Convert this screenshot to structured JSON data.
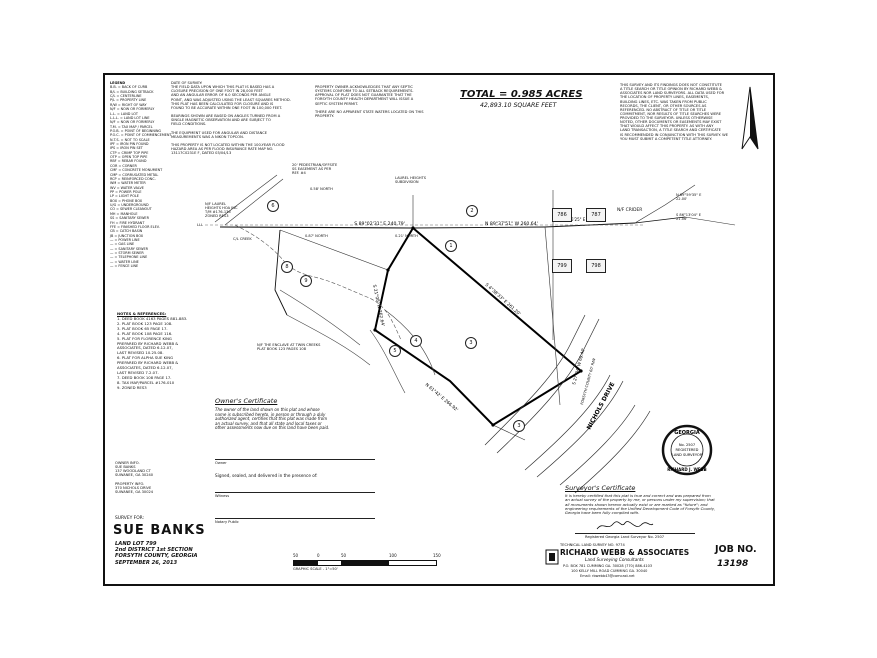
{
  "title": {
    "total": "TOTAL = 0.985 ACRES",
    "sqft": "42,893.10 SQUARE FEET"
  },
  "legend_header": "LEGEND",
  "legend": [
    "B.B. = BACK OF CURB",
    "B/L = BUILDING SETBACK",
    "C/L = CENTERLINE",
    "P/L = PROPERTY LINE",
    "R/W = RIGHT OF WAY",
    "N/F = NOW OR FORMERLY",
    "L.L. = LAND LOT",
    "L.L.L. = LAND LOT LINE",
    "N/F = NOW OR FORMERLY",
    "T.M. = TAX MAP / PARCEL",
    "P.O.B. = POINT OF BEGINNING",
    "P.O.C. = POINT OF COMMENCEMENT",
    "N.T.S. = NOT TO SCALE",
    "IPF = IRON PIN FOUND",
    "IPS = IRON PIN SET",
    "CTP = CRIMP TOP PIPE",
    "OTP = OPEN TOP PIPE",
    "RBF = REBAR FOUND",
    "COR = CORNER",
    "CMF = CONCRETE MONUMENT",
    "CMP = CORRUGATED METAL",
    "RCP = REINFORCED CONC.",
    "WM = WATER METER",
    "WV = WATER VALVE",
    "PP = POWER POLE",
    "LP = LIGHT POLE",
    "BOX = PHONE BOX",
    "U/G = UNDERGROUND",
    "CO = SEWER CLEANOUT",
    "MH = MANHOLE",
    "SS = SANITARY SEWER",
    "FH = FIRE HYDRANT",
    "FFE = FINISHED FLOOR ELEV.",
    "CB = CATCH BASIN",
    "JB = JUNCTION BOX",
    "— = POWER LINE",
    "— = GAS LINE",
    "— = SANITARY SEWER",
    "— = STORM SEWER",
    "— = TELEPHONE LINE",
    "— = WATER LINE",
    "— = FENCE LINE"
  ],
  "notes_col2": [
    "DATE OF SURVEY:",
    "THE FIELD DATA UPON WHICH THIS PLAT IS BASED HAS A",
    "CLOSURE PRECISION OF ONE FOOT IN 28,000 FEET",
    "AND AN ANGULAR ERROR OF 6.0 SECONDS PER ANGLE",
    "POINT, AND WAS ADJUSTED USING THE LEAST SQUARES METHOD.",
    "THIS PLAT HAS BEEN CALCULATED FOR CLOSURE AND IS",
    "FOUND TO BE ACCURATE WITHIN ONE FOOT IN 100,000 FEET.",
    "",
    "BEARINGS SHOWN ARE BASED ON ANGLES TURNED FROM A",
    "SINGLE MAGNETIC OBSERVATION AND ARE SUBJECT TO",
    "FIELD CONDITIONS.",
    "",
    "THE EQUIPMENT USED FOR ANGULAR AND DISTANCE",
    "MEASUREMENTS WAS A NIKON TOPCON.",
    "",
    "THIS PROPERTY IS NOT LOCATED WITHIN THE 100-YEAR FLOOD",
    "HAZARD AREA AS PER FLOOD INSURANCE RATE MAP NO.",
    "13117C0231E F, DATED 03/04/13"
  ],
  "notes_col3": [
    "PROPERTY OWNER ACKNOWLEDGES THAT ANY SEPTIC",
    "SYSTEMS CONFORM TO ALL SETBACK REQUIREMENTS.",
    "APPROVAL OF PLAT DOES NOT GUARANTEE THAT THE",
    "FORSYTH COUNTY HEALTH DEPARTMENT WILL ISSUE A",
    "SEPTIC SYSTEM PERMIT.",
    "",
    "THERE ARE NO APPARENT STATE WATERS LOCATED ON THIS",
    "PROPERTY."
  ],
  "disclaimer": [
    "THIS SURVEY AND ITS FINDINGS DOES NOT CONSTITUTE",
    "A TITLE SEARCH OR TITLE OPINION BY RICHARD WEBB &",
    "ASSOCIATES NOR LAND SURVEYORS. ALL DATA USED FOR",
    "THE LOCATION OF PROPERTY LINES, EASEMENTS,",
    "BUILDING LINES, ETC. WAS TAKEN FROM PUBLIC",
    "RECORDS, THE CLIENT, OR OTHER SOURCES AS",
    "REFERENCED. NO ABSTRACT OF TITLE OR TITLE",
    "COMMITMENT, NOR RESULTS OF TITLE SEARCHES WERE",
    "PROVIDED TO THE SURVEYOR. UNLESS OTHERWISE",
    "NOTED, OTHER DOCUMENTS OR EASEMENTS MAY EXIST",
    "THAT WOULD AFFECT THIS PROPERTY. AS WITH ANY",
    "LAND TRANSACTION, A TITLE SEARCH AND CERTIFICATE",
    "IS RECOMMENDED IN CONJUNCTION WITH THIS SURVEY. WE",
    "YOU MUST SUBMIT A COMPETENT TITLE ATTORNEY."
  ],
  "references_header": "NOTES & REFERENCES:",
  "references": [
    "1. DEED BOOK 4163 PAGES 881-883.",
    "2. PLAT BOOK 123 PAGE 108.",
    "3. PLAT BOOK 65 PAGE 17.",
    "4. PLAT BOOK 108 PAGE 116.",
    "5. PLAT FOR FLORENCE KING",
    "   PREPARED BY RICHARD WEBB &",
    "   ASSOCIATES, DATED 6.12.07,",
    "   LAST REVISED 10.25.08.",
    "6. PLAT FOR ALPHA SUE KING",
    "   PREPARED BY RICHARD WEBB &",
    "   ASSOCIATES, DATED 6.12.07,",
    "   LAST REVISED 7.2.07.",
    "7. DEED BOOK 108 PAGE 17.",
    "8. TAX MAP/PARCEL #176-010",
    "9. ZONED RES3"
  ],
  "owner_info": [
    "OWNER INFO.",
    "SUE BANKS",
    "137 WOODLAND CT",
    "SUWANEE, GA 30240",
    "",
    "PROPERTY INFO.",
    "370 NICHOLS DRIVE",
    "SUWANEE, GA 30024"
  ],
  "survey_for": {
    "label": "SURVEY FOR:",
    "name": "SUE BANKS",
    "lines": [
      "LAND LOT 799",
      "2nd DISTRICT 1st SECTION",
      "FORSYTH COUNTY, GEORGIA",
      "SEPTEMBER 26, 2013"
    ]
  },
  "owners_cert": {
    "title": "Owner's Certificate",
    "body": [
      "The owner of the land shown on this plat and whose",
      "name is subscribed hereto, in person or through a duly",
      "authorized agent, certifies that this plat was made from",
      "an actual survey, and that all state and local taxes or",
      "other assessments now due on this land have been paid."
    ],
    "owner": "Owner",
    "signed": "Signed, sealed, and delivered in the presence of:",
    "witness": "Witness",
    "notary": "Notary Public"
  },
  "surveyor_cert": {
    "title": "Surveyor's Certificate",
    "body": [
      "It is hereby certified that this plat is true and correct and was prepared from",
      "an actual survey of the property by me, or persons under my supervision; that",
      "all monuments shown hereon actually exist or are marked as \"future\"; and",
      "engineering requirements of the Unified Development Code of Forsyth County,",
      "Georgia have been fully complied with."
    ],
    "registration": "Registered Georgia Land Surveyor No. 2507"
  },
  "scale": {
    "ticks": [
      "50",
      "0",
      "50",
      "100",
      "150"
    ],
    "label": "GRAPHIC SCALE - 1\"=50'"
  },
  "firm": {
    "top": "TECHNICAL LAND SURVEY NO. 9774",
    "name": "RICHARD WEBB & ASSOCIATES",
    "sub": "Land Surveying Consultants",
    "addr1": "P.O. BOX 781 CUMMING GA. 30028 (770) 886-4103",
    "addr2": "100 KELLY MILL ROAD CUMMING GA. 30040",
    "email": "Email: rbwebb43@comcast.net"
  },
  "job": {
    "label": "JOB NO.",
    "number": "13198"
  },
  "seal": {
    "top": "GEORGIA",
    "mid1": "No. 2507",
    "mid2": "REGISTERED",
    "mid3": "LAND SURVEYOR",
    "bottom": "RICHARD J. WEBB"
  },
  "plat_labels": {
    "easement": "20' PEDESTRIAN/OFFSITE\nSS EASEMENT AS PER\nREF. #4",
    "laurel_heights": "LAUREL HEIGHTS\nSUBDIVISION",
    "nf_laurel": "N/F LAUREL\nHEIGHTS HOA INC\nT/M #176-136\nZONED RES3",
    "nf_enclave": "N/F THE ENCLAVE AT TWIN CREEKS\nPLAT BOOK 123 PAGES 108",
    "nf_crider": "N/F CRIDER",
    "nichols_drive": "NICHOLS DRIVE\n(80'R/W)(20'ASPH.)",
    "forsyth_county": "FORSYTH COUNTY\n60' R/W",
    "cl_creek": "C/L CREEK",
    "b1": "S 89°02'31\" E 240.79'",
    "b2": "N 89°37'51\" W 260.64'",
    "b3": "N 88°56'25\" E 118.62'",
    "b4": "N 89°59'35\" E\n22.00'",
    "b5": "S 86°13'04\" E\n21.06'",
    "b6": "S 21°08'\nW 262.64'",
    "b7": "S 4°38'33\" E 261.20'",
    "b8": "S 27°04'\nW 69.42'",
    "b9": "N 61°42' E 266.92'",
    "off1": "0.87' NORTH",
    "off2": "0.21' NORTH",
    "off3": "0.58' NORTH",
    "ipf": "IPF 1/2\" RB",
    "lot_nums": [
      "786",
      "787",
      "799",
      "798"
    ],
    "lll": "LLL",
    "circles": [
      "1",
      "2",
      "3",
      "4",
      "5",
      "6",
      "7",
      "8",
      "9"
    ]
  }
}
